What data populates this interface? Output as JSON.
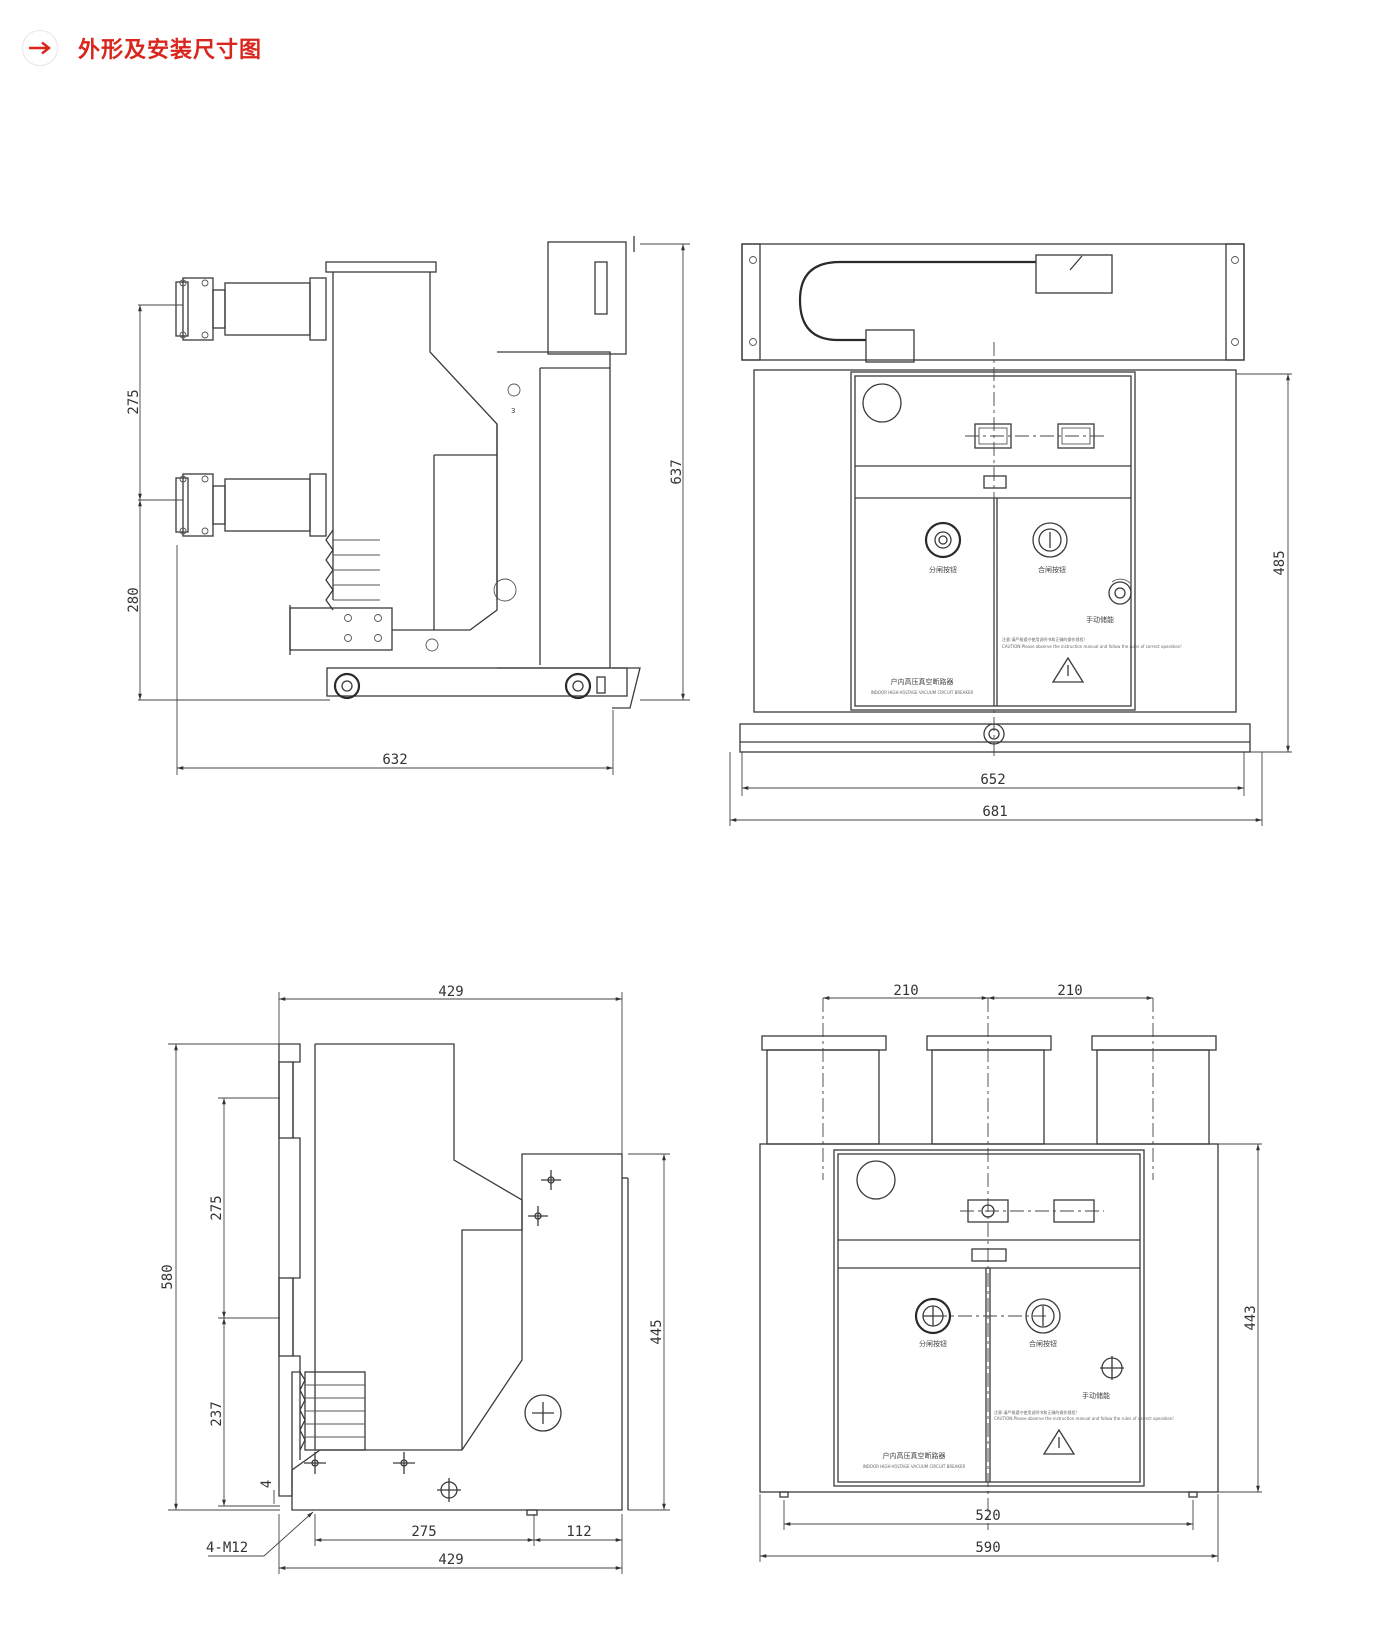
{
  "header": {
    "title": "外形及安装尺寸图",
    "icon": "arrow-right-icon",
    "accent": "#d9251c"
  },
  "view1": {
    "dim_275": "275",
    "dim_280": "280",
    "dim_632": "632",
    "dim_637": "637",
    "mark_3": "3"
  },
  "view2": {
    "dim_652": "652",
    "dim_681": "681",
    "dim_485": "485",
    "open_btn": "分闸按钮",
    "close_btn": "合闸按钮",
    "manual": "手动储能",
    "notice": "注意:请严格遵守使用说明书和正确的操作规程!",
    "notice_en": "CAUTION:Please observe the instruction manual and follow the rules of correct operation!",
    "product": "户内高压真空断路器",
    "product_en": "INDOOR HIGH-VOLTAGE VACUUM CIRCUIT BREAKER"
  },
  "view3": {
    "dim_429_top": "429",
    "dim_580": "580",
    "dim_275": "275",
    "dim_237": "237",
    "dim_4": "4",
    "dim_445": "445",
    "dim_275_bottom": "275",
    "dim_112": "112",
    "dim_429_bottom": "429",
    "bolt": "4-M12"
  },
  "view4": {
    "dim_210_left": "210",
    "dim_210_right": "210",
    "dim_443": "443",
    "dim_520": "520",
    "dim_590": "590",
    "open_btn": "分闸按钮",
    "close_btn": "合闸按钮",
    "manual": "手动储能",
    "notice": "注意:请严格遵守使用说明书和正确的操作规程!",
    "notice_en": "CAUTION:Please observe the instruction manual and follow the rules of correct operation!",
    "product": "户内高压真空断路器",
    "product_en": "INDOOR HIGH-VOLTAGE VACUUM CIRCUIT BREAKER"
  }
}
